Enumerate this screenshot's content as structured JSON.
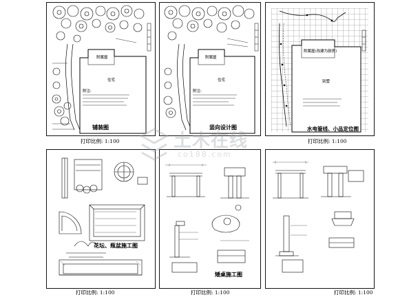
{
  "sheets": [
    {
      "title": "铺装图",
      "house_label": "住宅",
      "room_label": "附属屋",
      "notes_label": "附注:",
      "scale": "打印比例: 1:100"
    },
    {
      "title": "竖向设计图",
      "house_label": "住宅",
      "room_label": "附属屋",
      "notes_label": "附注:",
      "scale": "打印比例: 1:100"
    },
    {
      "title": "水电管线、小品定位图",
      "house_label": "别墅",
      "room_label": "附属屋(改建为厨房)",
      "scale": "打印比例: 1:100"
    },
    {
      "title": "花坛、瓶盆施工图",
      "scale": "打印比例: 1:100"
    },
    {
      "title": "矮桌施工图",
      "scale": "打印比例: 1:100"
    },
    {
      "scale": "打印比例: 1:100"
    }
  ],
  "watermark": {
    "main": "土木在线",
    "sub": "co188.com"
  }
}
